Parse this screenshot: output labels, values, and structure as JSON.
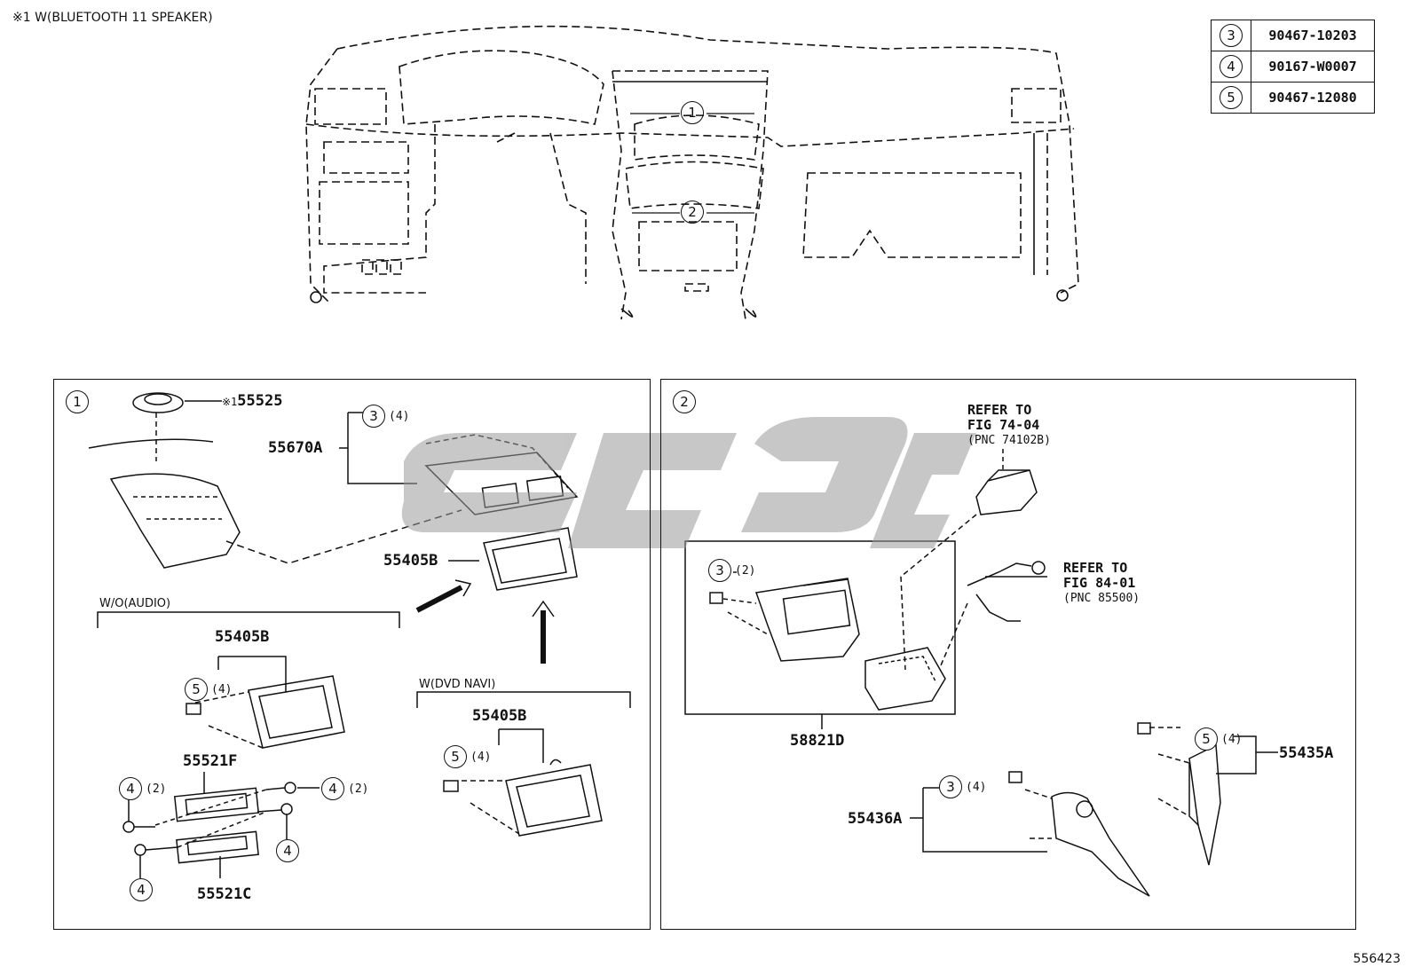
{
  "header_note": "※1 W(BLUETOOTH 11 SPEAKER)",
  "bolt_table": [
    {
      "key": "3",
      "part": "90467-10203"
    },
    {
      "key": "4",
      "part": "90167-W0007"
    },
    {
      "key": "5",
      "part": "90467-12080"
    }
  ],
  "overview": {
    "area1": "1",
    "area2": "2"
  },
  "panel1": {
    "marker": "1",
    "speaker": "55525",
    "speaker_prefix": "※1",
    "vent": "55670A",
    "vent_callout": {
      "key": "3",
      "qty": "(4)"
    },
    "panel_main": "55405B",
    "group_wo_audio": "W/O(AUDIO)",
    "wo_panel": "55405B",
    "wo_callout": {
      "key": "5",
      "qty": "(4)"
    },
    "pocket_f": "55521F",
    "pocket_c": "55521C",
    "screw_left": {
      "key": "4",
      "qty": "(2)"
    },
    "screw_right": {
      "key": "4",
      "qty": "(2)"
    },
    "screw_a": "4",
    "screw_b": "4",
    "group_dvd": "W(DVD NAVI)",
    "dvd_panel": "55405B",
    "dvd_callout": {
      "key": "5",
      "qty": "(4)"
    }
  },
  "panel2": {
    "marker": "2",
    "ref1_line1": "REFER TO",
    "ref1_line2": "FIG 74-04",
    "ref1_pnc": "(PNC 74102B)",
    "ref2_line1": "REFER TO",
    "ref2_line2": "FIG 84-01",
    "ref2_pnc": "(PNC 85500)",
    "inner_callout": {
      "key": "3",
      "qty": "(2)"
    },
    "console_panel": "58821D",
    "right_trim": "55435A",
    "right_callout": {
      "key": "5",
      "qty": "(4)"
    },
    "left_trim": "55436A",
    "left_callout": {
      "key": "3",
      "qty": "(4)"
    }
  },
  "figure_number": "556423"
}
